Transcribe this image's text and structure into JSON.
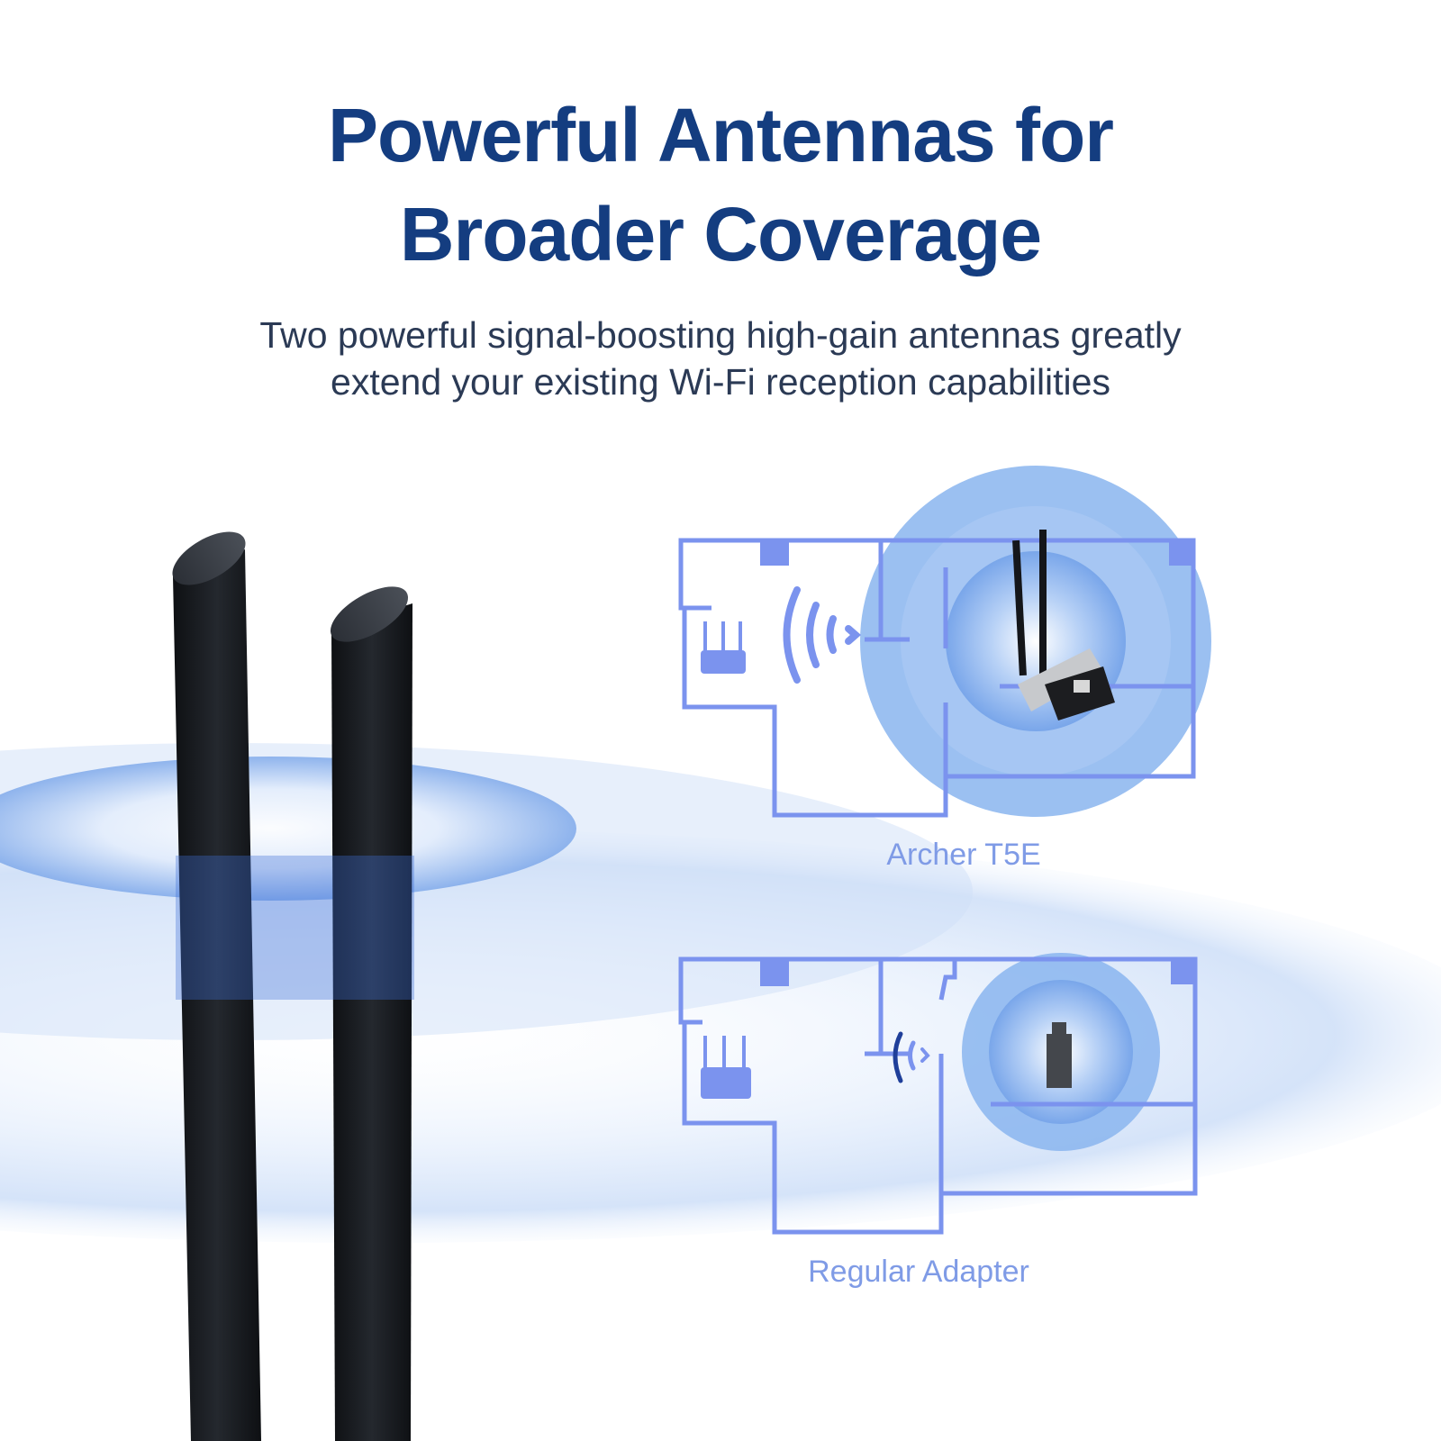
{
  "header": {
    "title_line1": "Powerful Antennas for",
    "title_line2": "Broader Coverage",
    "subtitle_line1": "Two powerful signal-boosting high-gain antennas greatly",
    "subtitle_line2": "extend your existing Wi-Fi reception capabilities"
  },
  "comparison": [
    {
      "label": "Archer T5E",
      "icons": [
        "router-icon",
        "wifi-signal-icon",
        "pcie-adapter-icon"
      ]
    },
    {
      "label": "Regular Adapter",
      "icons": [
        "router-icon",
        "wifi-signal-icon",
        "usb-adapter-icon"
      ]
    }
  ],
  "colors": {
    "title": "#143d80",
    "subtitle": "#2b3a55",
    "floorplan": "#7b93ee",
    "label": "#7f9be6",
    "ripple": "#5b8fe6",
    "antenna": "#1a1d22"
  }
}
